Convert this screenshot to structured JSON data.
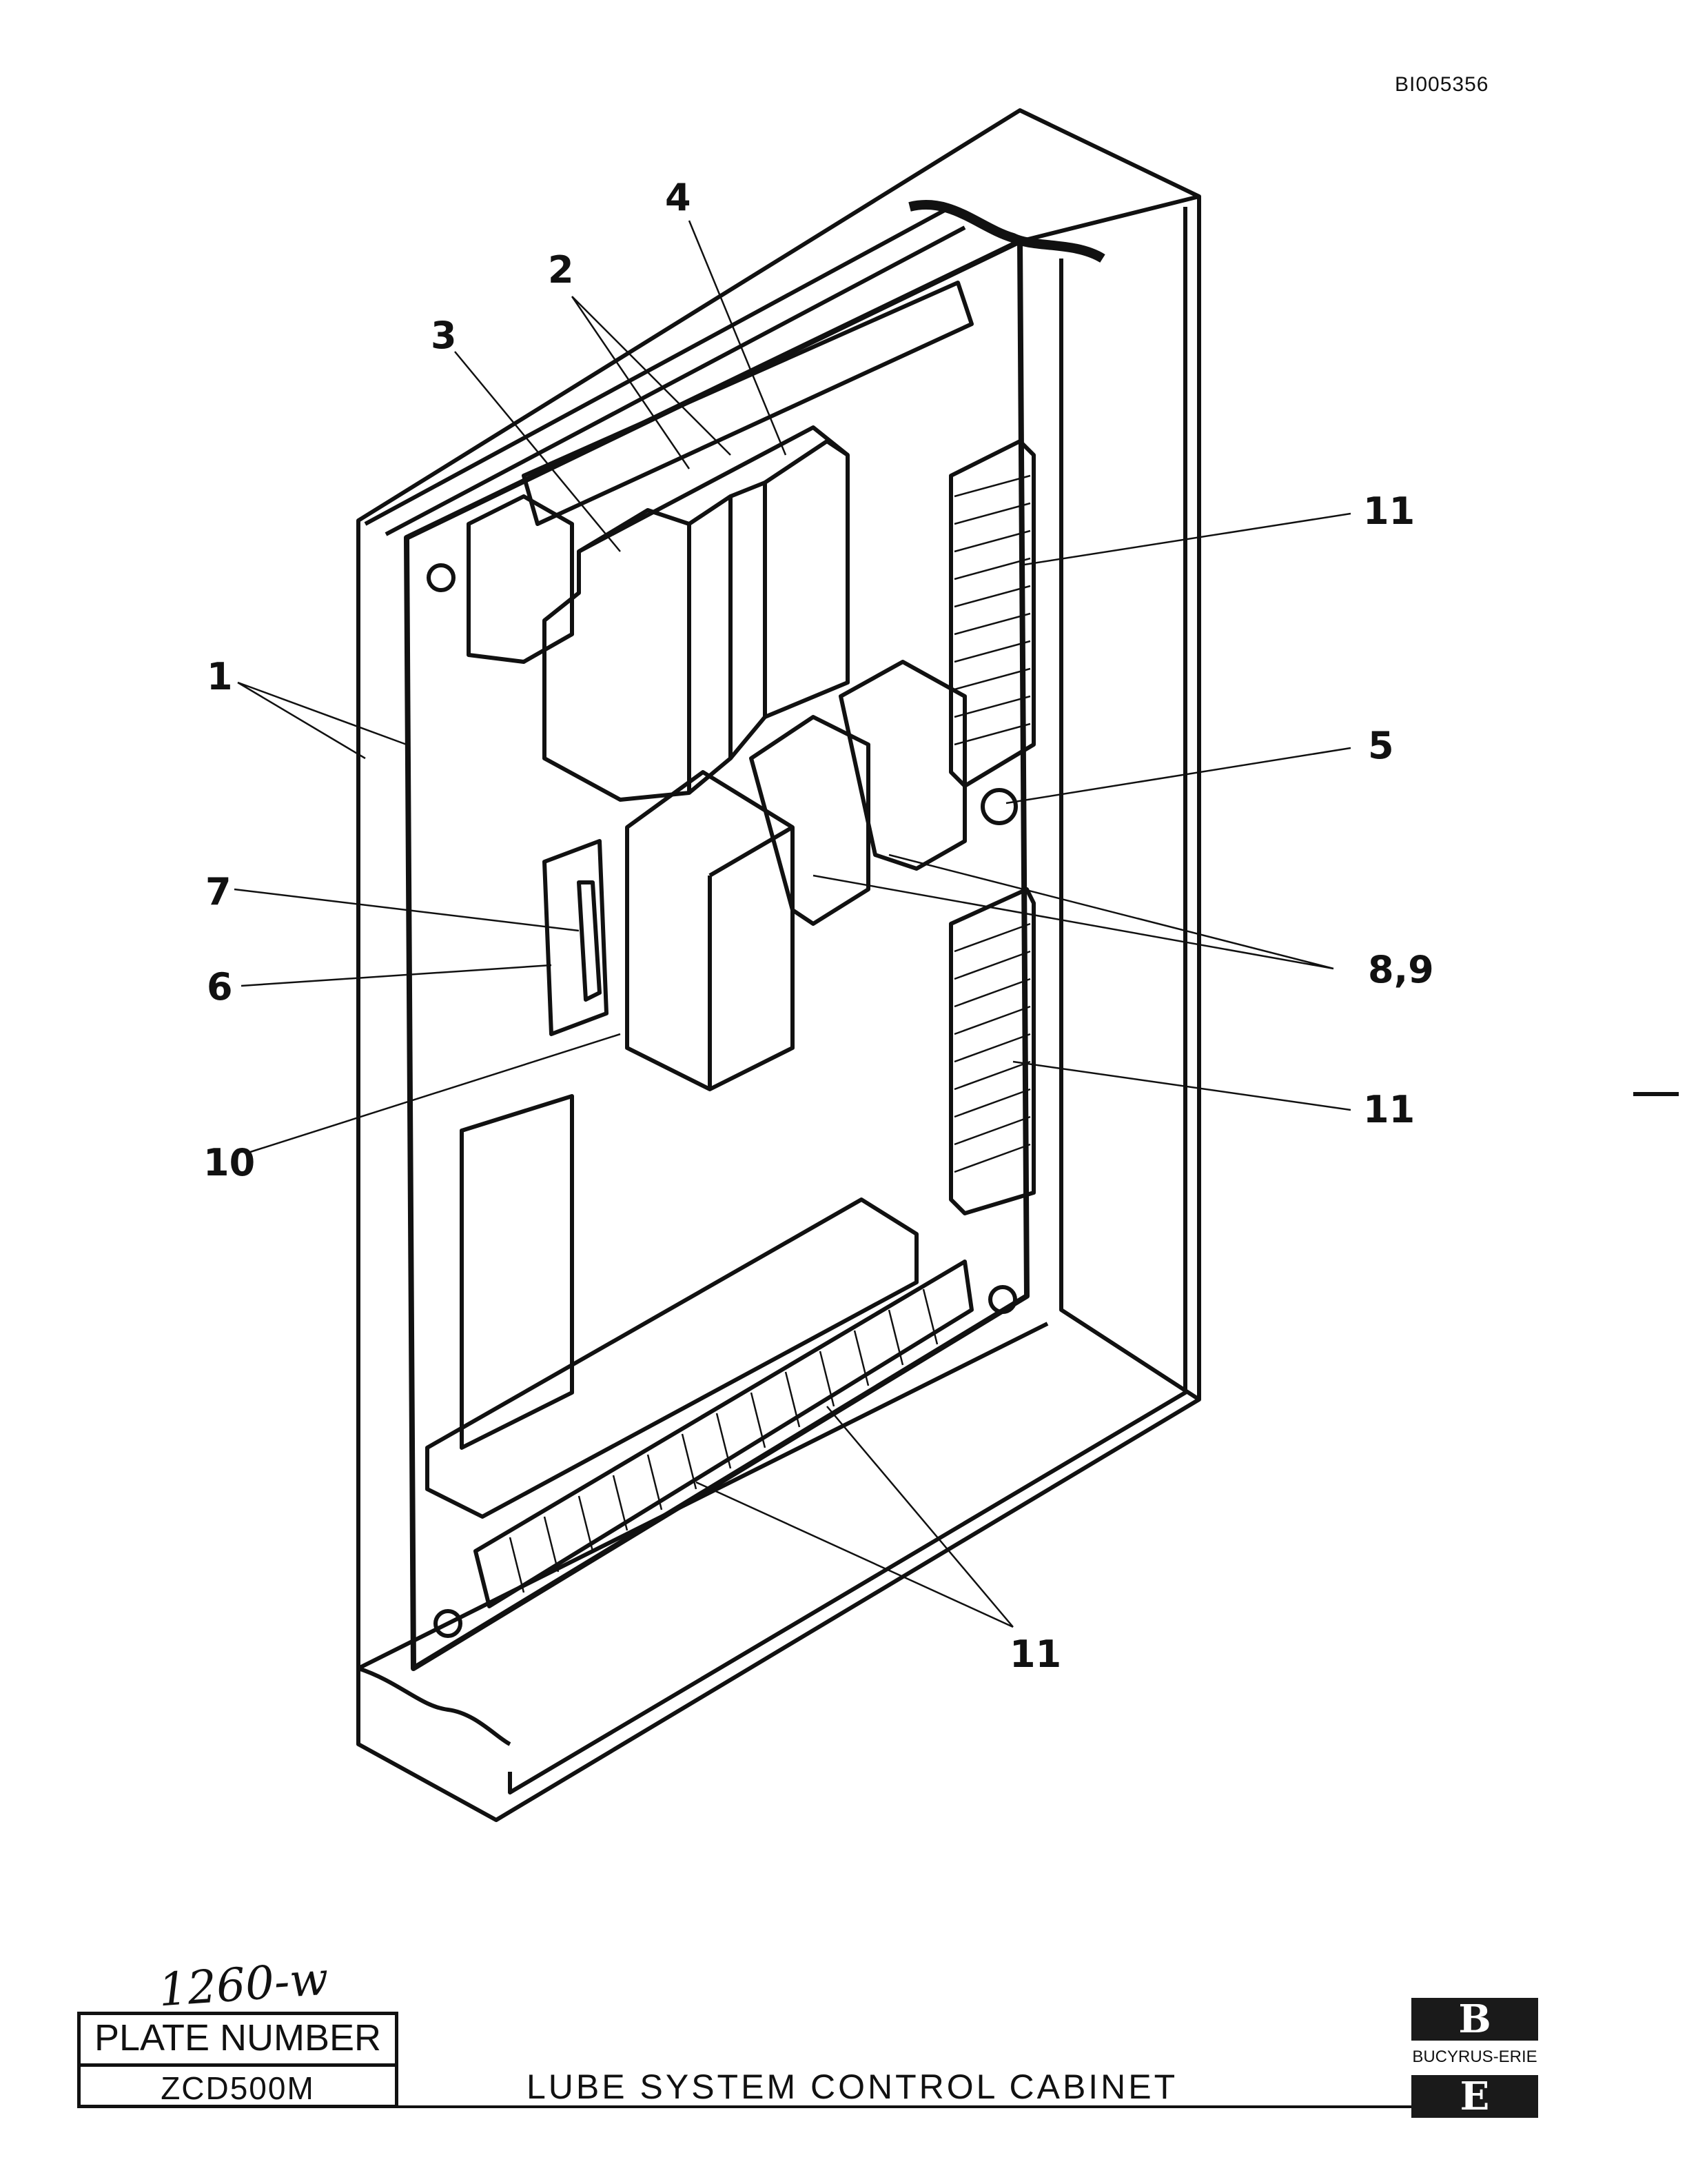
{
  "document_id": "BI005356",
  "drawing": {
    "callouts": {
      "c1": "1",
      "c2": "2",
      "c3": "3",
      "c4": "4",
      "c5": "5",
      "c6": "6",
      "c7": "7",
      "c89": "8,9",
      "c10": "10",
      "c11a": "11",
      "c11b": "11",
      "c11c": "11"
    }
  },
  "handwritten_note": "1260-w",
  "plate": {
    "label": "PLATE NUMBER",
    "value": "ZCD500M"
  },
  "title": "LUBE SYSTEM CONTROL CABINET",
  "logo": {
    "top_letter": "B",
    "name": "BUCYRUS-ERIE",
    "bottom_letter": "E"
  }
}
